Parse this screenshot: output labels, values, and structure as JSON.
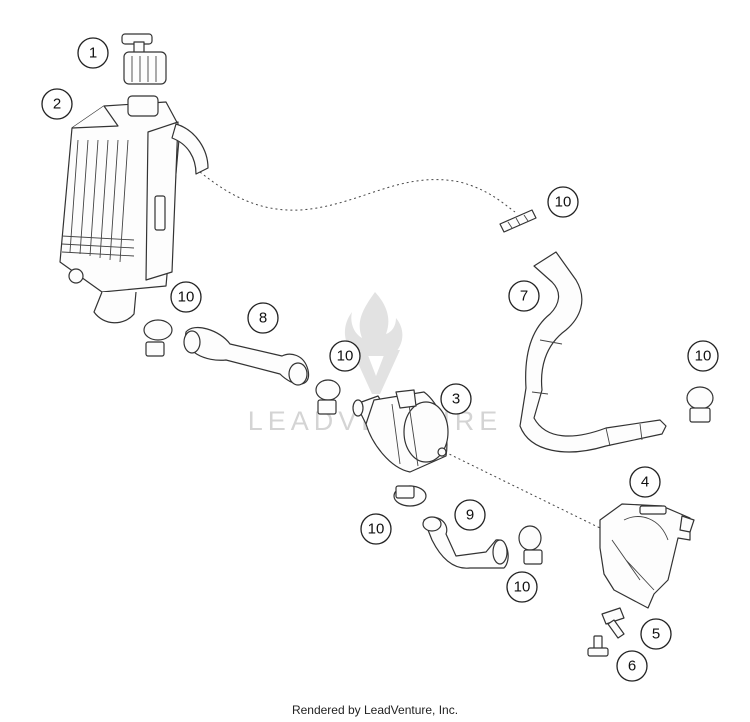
{
  "callouts": [
    {
      "label": "1"
    },
    {
      "label": "2"
    },
    {
      "label": "3"
    },
    {
      "label": "4"
    },
    {
      "label": "5"
    },
    {
      "label": "6"
    },
    {
      "label": "7"
    },
    {
      "label": "8"
    },
    {
      "label": "9"
    },
    {
      "label": "10"
    },
    {
      "label": "10"
    },
    {
      "label": "10"
    },
    {
      "label": "10"
    },
    {
      "label": "10"
    },
    {
      "label": "10"
    }
  ],
  "watermark": {
    "text": "LEADVENTURE",
    "icon": "flame-icon"
  },
  "footer": {
    "text": "Rendered by LeadVenture, Inc."
  }
}
